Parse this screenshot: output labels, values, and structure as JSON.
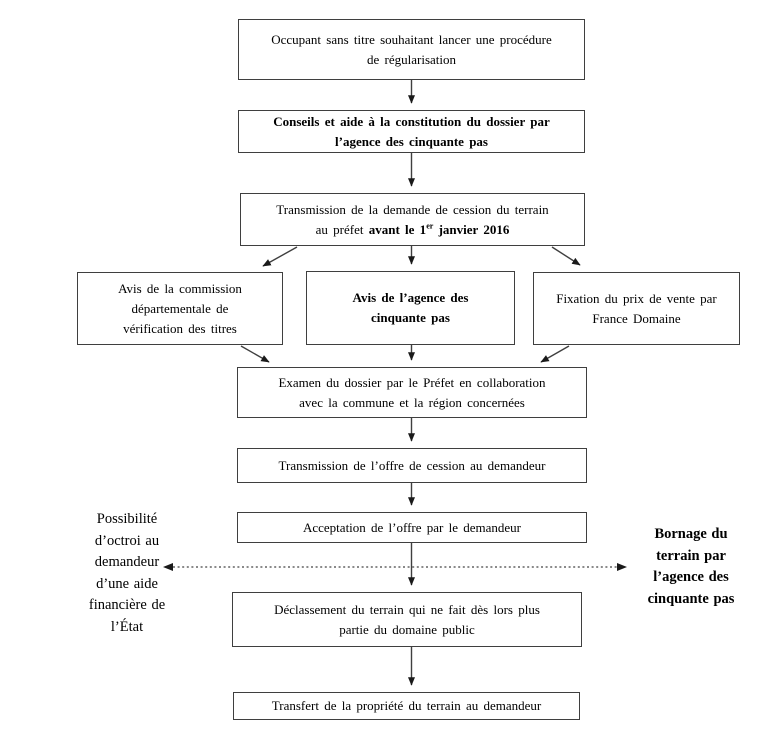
{
  "colors": {
    "background": "#ffffff",
    "box_border": "#3f3f3f",
    "text": "#000000",
    "arrow_line": "#3f3f3f",
    "arrow_head": "#1a1a1a",
    "dashed_line": "#444444"
  },
  "flowchart": {
    "boxes": {
      "occupant": {
        "lines": [
          "Occupant sans titre souhaitant lancer une procédure",
          "de régularisation"
        ]
      },
      "conseils": {
        "lines": [
          "Conseils et aide à la constitution du dossier par",
          "l’agence des cinquante pas"
        ]
      },
      "transmission_demande": {
        "line1": "Transmission de la demande de cession du terrain",
        "line2_normal": "au préfet ",
        "line2_bold": "avant le 1",
        "line2_sup": "er",
        "line2_bold_end": " janvier 2016"
      },
      "avis_commission": {
        "lines": [
          "Avis de la commission",
          "départementale de",
          "vérification des titres"
        ]
      },
      "avis_agence": {
        "lines": [
          "Avis de l’agence des",
          "cinquante pas"
        ]
      },
      "fixation_prix": {
        "lines": [
          "Fixation du prix de vente par",
          "France Domaine"
        ]
      },
      "examen": {
        "lines": [
          "Examen du dossier par le Préfet en collaboration",
          "avec la commune et la région concernées"
        ]
      },
      "transmission_offre": {
        "text": "Transmission de l’offre de cession au demandeur"
      },
      "acceptation": {
        "text": "Acceptation de l’offre par le demandeur"
      },
      "declassement": {
        "lines": [
          "Déclassement du terrain qui ne fait dès lors plus",
          "partie du domaine public"
        ]
      },
      "transfert": {
        "text": "Transfert de la propriété du terrain au demandeur"
      }
    },
    "side_notes": {
      "aide_financiere": {
        "lines": [
          "Possibilité",
          "d’octroi au",
          "demandeur",
          "d’une aide",
          "financière de",
          "l’État"
        ]
      },
      "bornage": {
        "lines": [
          "Bornage du",
          "terrain par",
          "l’agence des",
          "cinquante pas"
        ]
      }
    }
  }
}
